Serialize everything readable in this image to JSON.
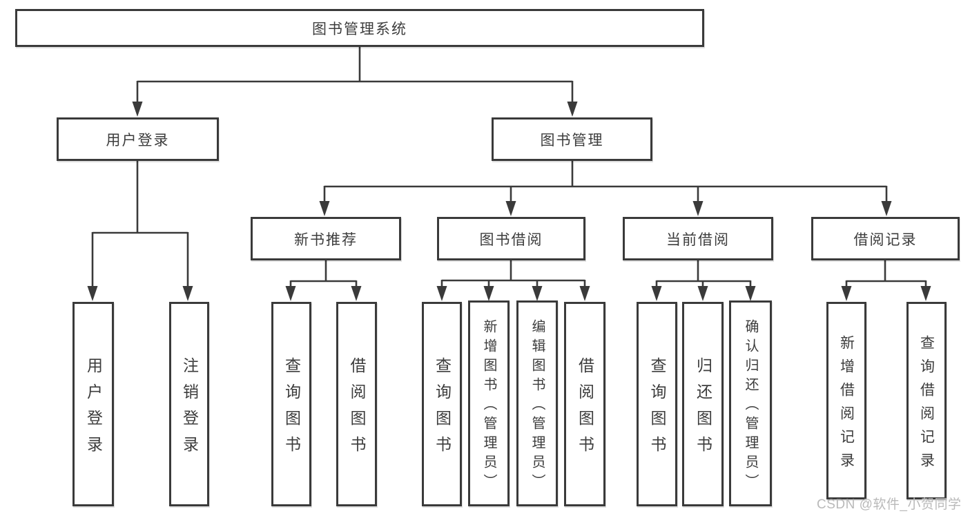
{
  "diagram": {
    "title": "图书管理系统",
    "root": {
      "label": "图书管理系统"
    },
    "branches": [
      {
        "label": "用户登录",
        "children": [
          {
            "label": "用户登录"
          },
          {
            "label": "注销登录"
          }
        ]
      },
      {
        "label": "图书管理",
        "children": [
          {
            "label": "新书推荐",
            "children": [
              {
                "label": "查询图书"
              },
              {
                "label": "借阅图书"
              }
            ]
          },
          {
            "label": "图书借阅",
            "children": [
              {
                "label": "查询图书"
              },
              {
                "label": "新增图书（管理员）"
              },
              {
                "label": "编辑图书（管理员）"
              },
              {
                "label": "借阅图书"
              }
            ]
          },
          {
            "label": "当前借阅",
            "children": [
              {
                "label": "查询图书"
              },
              {
                "label": "归还图书"
              },
              {
                "label": "确认归还（管理员）"
              }
            ]
          },
          {
            "label": "借阅记录",
            "children": [
              {
                "label": "新增借阅记录"
              },
              {
                "label": "查询借阅记录"
              }
            ]
          }
        ]
      }
    ]
  },
  "watermark": {
    "text": "CSDN @软件_小贺同学",
    "color": "#b9b9b9"
  },
  "colors": {
    "line": "#3a3a3a",
    "box_background": "#ffffff",
    "text": "#3c3c3c"
  }
}
